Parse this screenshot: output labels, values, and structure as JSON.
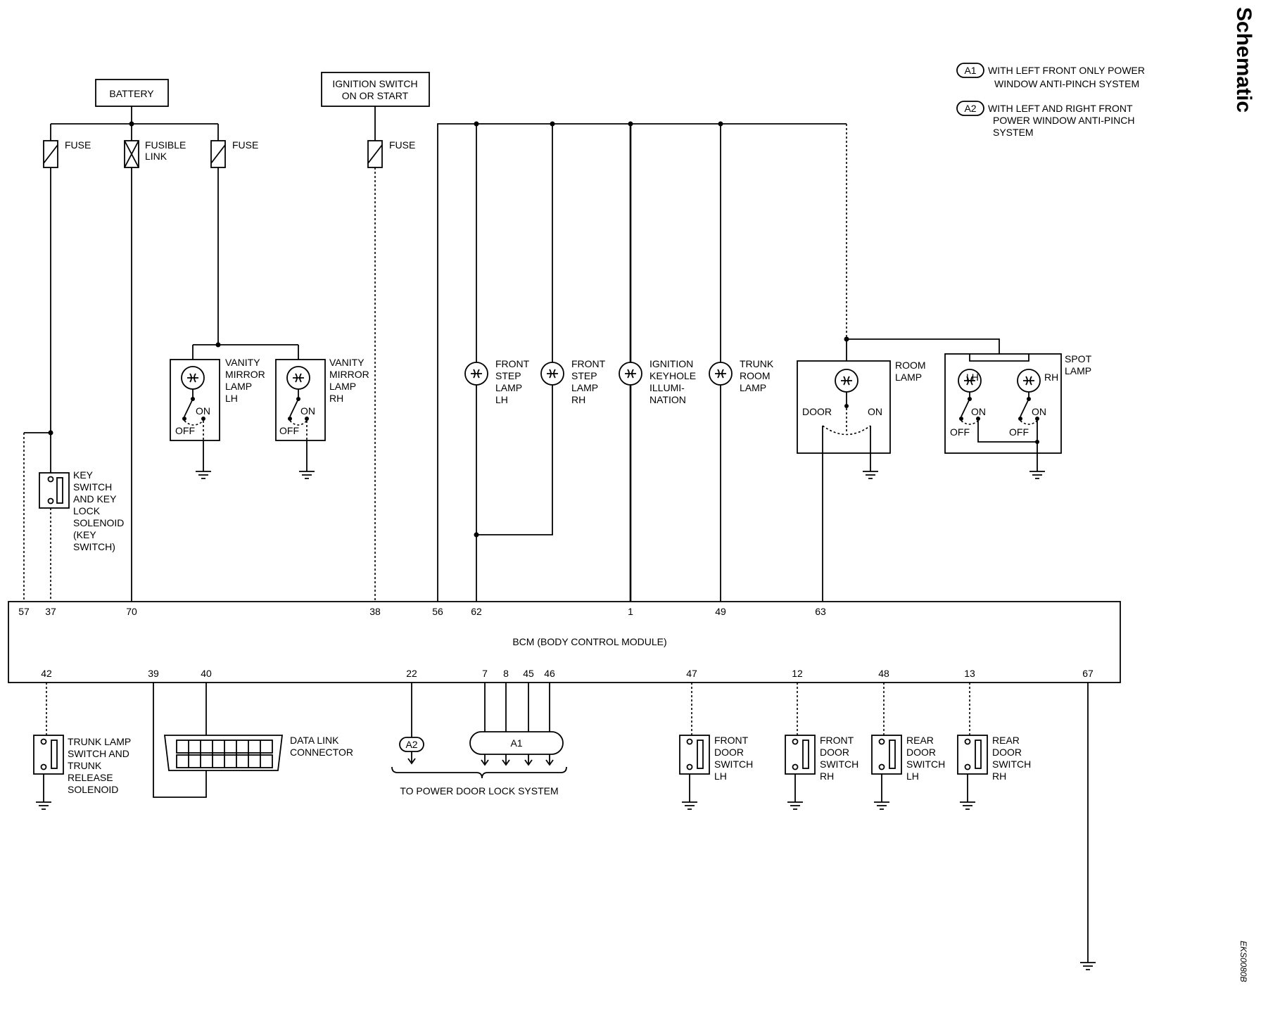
{
  "title": "Schematic",
  "code": "EKS0080B",
  "legend": [
    {
      "tag": "A1",
      "text": [
        "WITH LEFT FRONT ONLY POWER",
        "WINDOW ANTI-PINCH SYSTEM"
      ]
    },
    {
      "tag": "A2",
      "text": [
        "WITH LEFT AND RIGHT FRONT",
        "POWER WINDOW ANTI-PINCH",
        "SYSTEM"
      ]
    }
  ],
  "supplies": {
    "battery": "BATTERY",
    "ignition": [
      "IGNITION SWITCH",
      "ON OR START"
    ],
    "fuse": "FUSE",
    "fusible_link": [
      "FUSIBLE",
      "LINK"
    ]
  },
  "bcm": {
    "label": "BCM (BODY CONTROL MODULE)",
    "top_pins": [
      "57",
      "37",
      "70",
      "38",
      "56",
      "62",
      "1",
      "49",
      "63"
    ],
    "bottom_pins": [
      "42",
      "39",
      "40",
      "22",
      "7",
      "8",
      "45",
      "46",
      "47",
      "12",
      "48",
      "13",
      "67"
    ]
  },
  "components": {
    "vanity_lh": [
      "VANITY",
      "MIRROR",
      "LAMP",
      "LH"
    ],
    "vanity_rh": [
      "VANITY",
      "MIRROR",
      "LAMP",
      "RH"
    ],
    "on": "ON",
    "off": "OFF",
    "key_switch": [
      "KEY",
      "SWITCH",
      "AND KEY",
      "LOCK",
      "SOLENOID",
      "(KEY",
      "SWITCH)"
    ],
    "front_step_lh": [
      "FRONT",
      "STEP",
      "LAMP",
      "LH"
    ],
    "front_step_rh": [
      "FRONT",
      "STEP",
      "LAMP",
      "RH"
    ],
    "ignition_keyhole": [
      "IGNITION",
      "KEYHOLE",
      "ILLUMI-",
      "NATION"
    ],
    "trunk_room": [
      "TRUNK",
      "ROOM",
      "LAMP"
    ],
    "room_lamp": [
      "ROOM",
      "LAMP"
    ],
    "door": "DOOR",
    "spot_lamp": [
      "SPOT",
      "LAMP"
    ],
    "lh": "LH",
    "rh": "RH",
    "trunk_lamp_switch": [
      "TRUNK LAMP",
      "SWITCH AND",
      "TRUNK",
      "RELEASE",
      "SOLENOID"
    ],
    "data_link": [
      "DATA LINK",
      "CONNECTOR"
    ],
    "a2": "A2",
    "a1": "A1",
    "power_door_lock": "TO POWER DOOR LOCK SYSTEM",
    "front_door_lh": [
      "FRONT",
      "DOOR",
      "SWITCH",
      "LH"
    ],
    "front_door_rh": [
      "FRONT",
      "DOOR",
      "SWITCH",
      "RH"
    ],
    "rear_door_lh": [
      "REAR",
      "DOOR",
      "SWITCH",
      "LH"
    ],
    "rear_door_rh": [
      "REAR",
      "DOOR",
      "SWITCH",
      "RH"
    ]
  }
}
